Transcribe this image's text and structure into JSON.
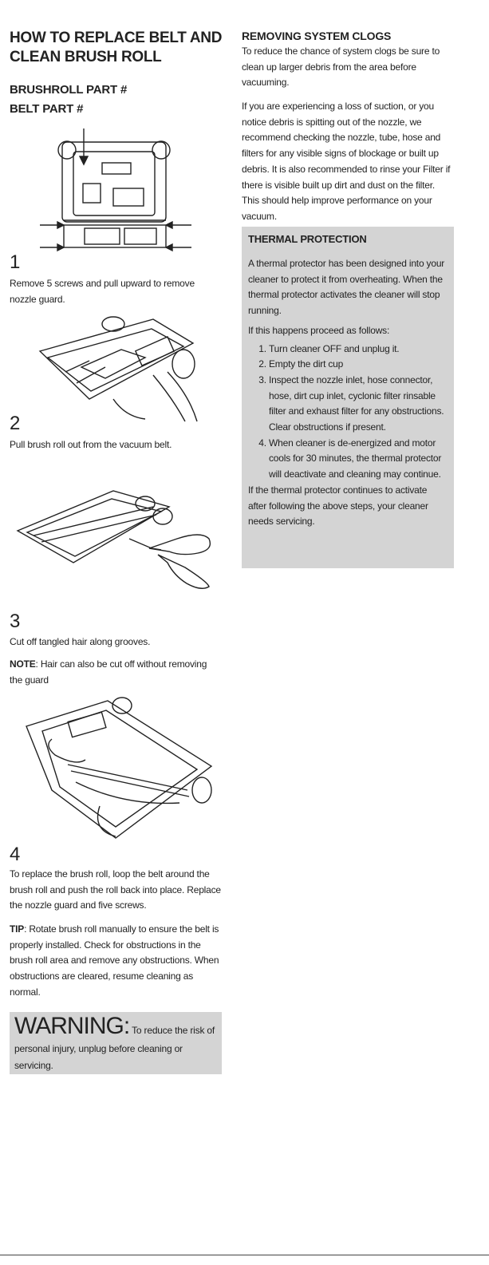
{
  "left": {
    "title": "HOW TO REPLACE BELT AND CLEAN BRUSH ROLL",
    "brushroll_part": "BRUSHROLL PART #",
    "belt_part": "BELT PART #",
    "steps": [
      {
        "num": "1",
        "text": "Remove 5 screws and pull upward to remove nozzle guard."
      },
      {
        "num": "2",
        "text": "Pull brush roll out from the vacuum belt."
      },
      {
        "num": "3",
        "text": "Cut off tangled hair along grooves."
      },
      {
        "num": "4",
        "text": "To replace the brush roll, loop the belt around the brush roll and push the roll back into place. Replace the nozzle guard and five screws."
      }
    ],
    "note_label": "NOTE",
    "note_text": ": Hair can also be cut off without removing the guard",
    "tip_label": "TIP",
    "tip_text": ": Rotate brush roll manually to ensure the belt is properly installed. Check for obstructions in the brush roll area and remove any obstructions. When obstructions are cleared, resume cleaning as normal.",
    "warning_label": "WARNING:",
    "warning_text": " To reduce the risk of personal injury, unplug before cleaning or servicing."
  },
  "right": {
    "clogs_title": "REMOVING SYSTEM CLOGS",
    "clogs_p1": "To reduce the chance of system clogs be sure to clean up larger debris from the area before vacuuming.",
    "clogs_p2": "If you are experiencing a loss of suction, or you notice debris is spitting out of the nozzle, we recommend checking the nozzle, tube, hose and filters for any visible signs of blockage or built up debris. It is also recommended to rinse your Filter if there is visible built up dirt and dust on the filter. This should help improve performance on your vacuum.",
    "thermal": {
      "title": "THERMAL PROTECTION",
      "p1": "A thermal protector has been designed into your cleaner to protect it from overheating. When the thermal protector activates the cleaner will stop running.",
      "p2": "If this happens proceed as follows:",
      "items": [
        "Turn cleaner OFF and unplug it.",
        "Empty the dirt cup",
        "Inspect the nozzle inlet, hose connector, hose, dirt cup inlet, cyclonic filter rinsable filter and exhaust filter for any obstructions. Clear obstructions if present.",
        "When cleaner is de-energized and motor cools for 30 minutes, the thermal protector will deactivate and cleaning may continue."
      ],
      "p3": "If the thermal protector continues to activate after following the above steps, your cleaner needs servicing."
    }
  },
  "colors": {
    "box_gray": "#d4d4d4",
    "text": "#222222"
  },
  "icons": [
    "vacuum-bottom-diagram-icon",
    "nozzle-guard-removed-icon",
    "scissors-brushroll-icon",
    "brushroll-replace-icon"
  ]
}
